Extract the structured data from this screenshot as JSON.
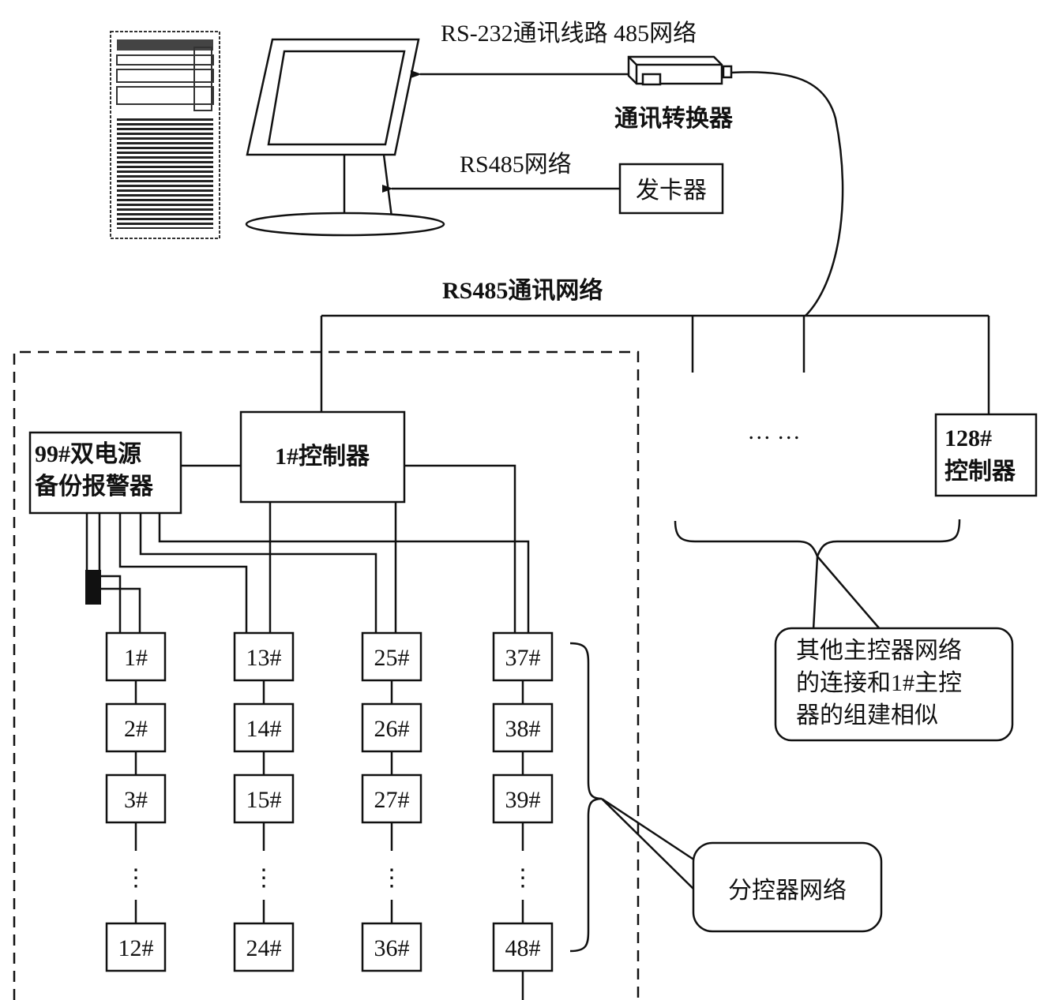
{
  "labels": {
    "rs232": "RS-232通讯线路 485网络",
    "converter": "通讯转换器",
    "rs485_left": "RS485网络",
    "card_issuer": "发卡器",
    "rs485_bus": "RS485通讯网络",
    "ellipsis": "… …",
    "sub_network": "分控器网络"
  },
  "alarm_lines": [
    "99#双电源",
    "备份报警器"
  ],
  "controller_1": "1#控制器",
  "controller_128": [
    "128#",
    "控制器"
  ],
  "other_note_lines": [
    "其他主控器网络",
    "的连接和1#主控",
    "器的组建相似"
  ],
  "columns": [
    [
      "1#",
      "2#",
      "3#",
      "12#"
    ],
    [
      "13#",
      "14#",
      "15#",
      "24#"
    ],
    [
      "25#",
      "26#",
      "27#",
      "36#"
    ],
    [
      "37#",
      "38#",
      "39#",
      "48#"
    ]
  ],
  "vertical_dots": "⋮"
}
